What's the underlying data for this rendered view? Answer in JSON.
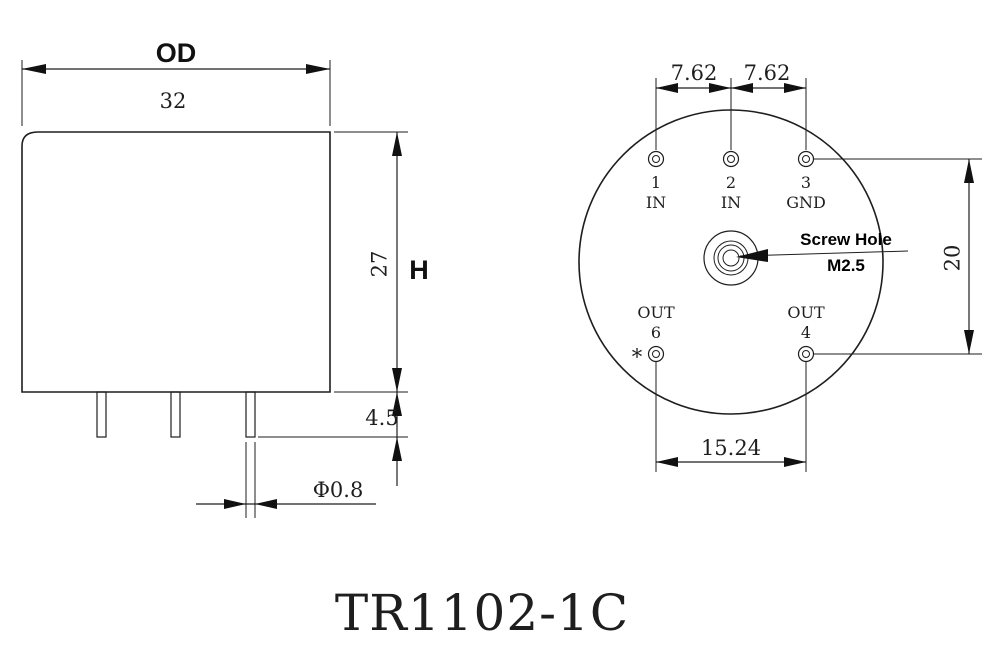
{
  "side_view": {
    "od_label": "OD",
    "od_value": "32",
    "h_label": "H",
    "h_value": "27",
    "pin_length": "4.5",
    "pin_diameter": "Φ0.8"
  },
  "bottom_view": {
    "pitch_left": "7.62",
    "pitch_right": "7.62",
    "row_spacing": "20",
    "out_spacing": "15.24",
    "screw_hole_label": "Screw Hole",
    "screw_hole_size": "M2.5",
    "polarity_mark": "*",
    "pins": [
      {
        "number": "1",
        "function": "IN"
      },
      {
        "number": "2",
        "function": "IN"
      },
      {
        "number": "3",
        "function": "GND"
      },
      {
        "number": "6",
        "function": "OUT"
      },
      {
        "number": "4",
        "function": "OUT"
      }
    ]
  },
  "model_name": "TR1102-1C"
}
